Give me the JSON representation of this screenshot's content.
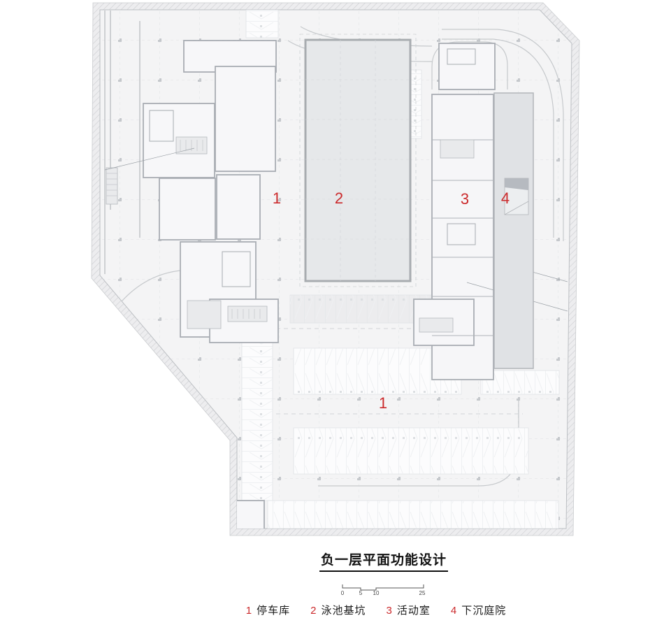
{
  "plan": {
    "name": "basement-level-1-floor-plan",
    "zone_markers": [
      {
        "label": "1"
      },
      {
        "label": "2"
      },
      {
        "label": "3"
      },
      {
        "label": "4"
      },
      {
        "label": "1"
      }
    ],
    "colors": {
      "plan_fill": "#f4f4f5",
      "hatch_band": "#ededef",
      "wall": "#a9adb3",
      "grid": "#d9dbde",
      "pool_fill": "#e6e8ea",
      "courtyard_fill": "#e0e2e5",
      "accent_red": "#cb2a2c"
    }
  },
  "footer": {
    "title": "负一层平面功能设计",
    "scale_bar": {
      "ticks": [
        "0",
        "5",
        "10",
        "25"
      ]
    },
    "legend": [
      {
        "num": "1",
        "label": "停车库"
      },
      {
        "num": "2",
        "label": "泳池基坑"
      },
      {
        "num": "3",
        "label": "活动室"
      },
      {
        "num": "4",
        "label": "下沉庭院"
      }
    ]
  }
}
